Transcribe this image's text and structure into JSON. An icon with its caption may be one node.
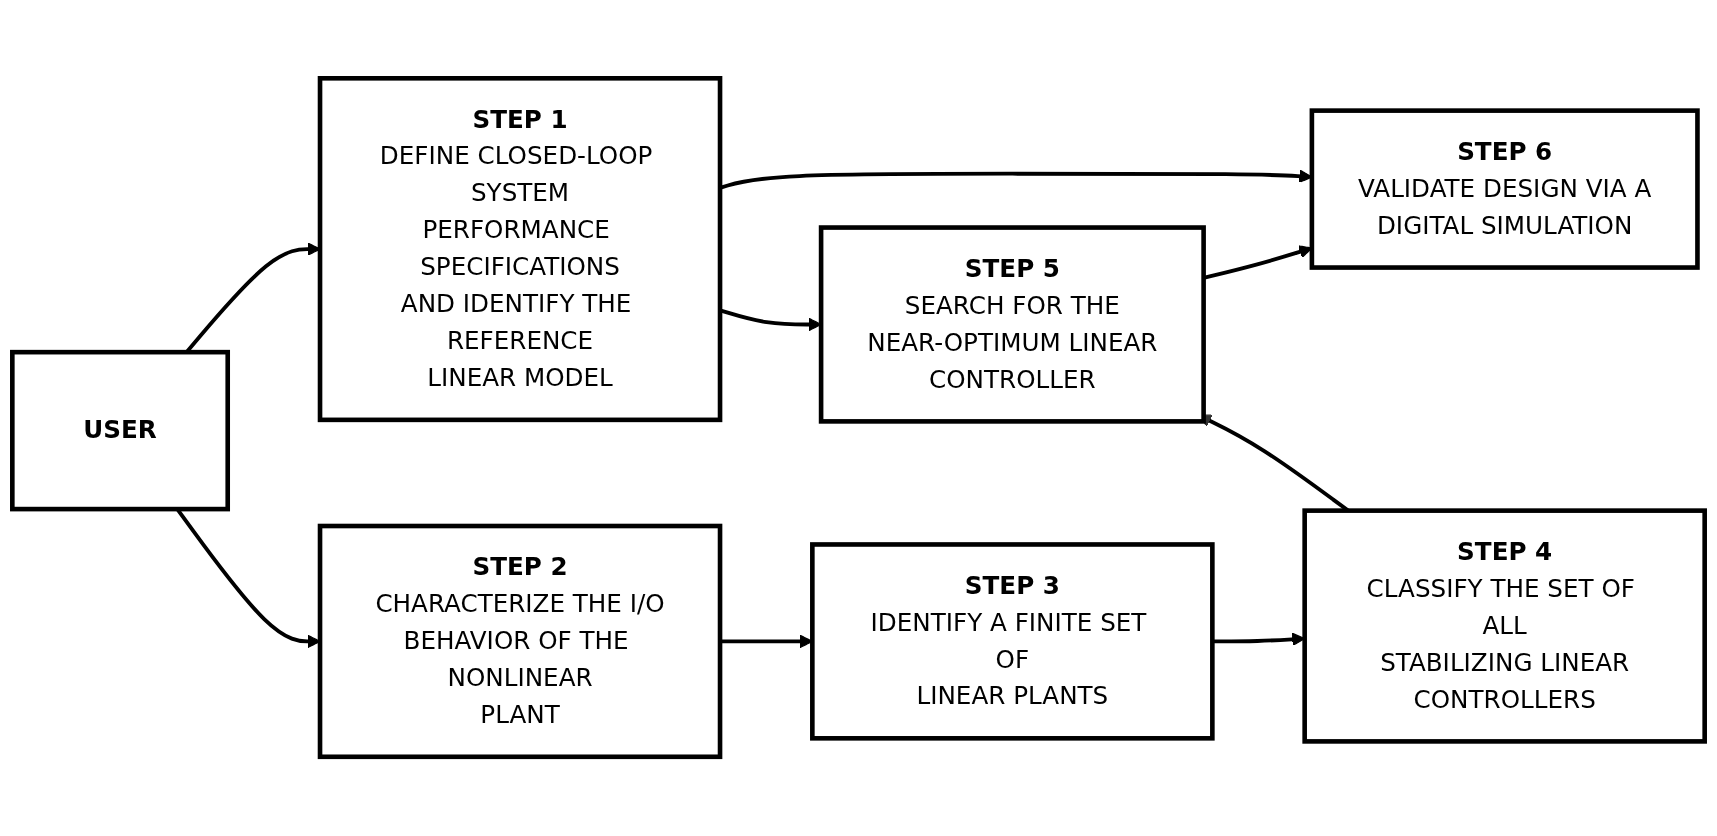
{
  "diagram": {
    "nodes": [
      {
        "text": [
          "USER"
        ]
      },
      {
        "text": [
          "STEP 1",
          "DEFINE CLOSED-LOOP SYSTEM PERFORMANCE SPECIFICATIONS AND IDENTIFY THE REFERENCE LINEAR MODEL"
        ]
      },
      {
        "text": [
          "STEP 5",
          "SEARCH FOR THE NEAR-OPTIMUM LINEAR CONTROLLER"
        ]
      },
      {
        "text": [
          "STEP 6",
          "VALIDATE DESIGN VIA A DIGITAL SIMULATION"
        ]
      },
      {
        "text": [
          "STEP 2",
          "CHARACTERIZE THE I/O BEHAVIOR OF THE NONLINEAR PLANT"
        ]
      },
      {
        "text": [
          "STEP 3",
          "IDENTIFY A FINITE SET OF LINEAR PLANTS"
        ]
      },
      {
        "text": [
          "STEP 4",
          "CLASSIFY THE SET OF ALL STABILIZING LINEAR CONTROLLERS"
        ]
      }
    ],
    "edges": [
      {
        "from": 0,
        "to": 1,
        "arrow": "to"
      },
      {
        "from": 1,
        "to": 2,
        "arrow": "to"
      },
      {
        "from": 2,
        "to": 3,
        "arrow": "to"
      },
      {
        "from": 1,
        "to": 3,
        "arrow": "to"
      },
      {
        "from": 0,
        "to": 4,
        "arrow": "to"
      },
      {
        "from": 4,
        "to": 5,
        "arrow": "to"
      },
      {
        "from": 5,
        "to": 6,
        "arrow": "to"
      },
      {
        "from": 6,
        "to": 2,
        "arrow": "to"
      }
    ]
  }
}
